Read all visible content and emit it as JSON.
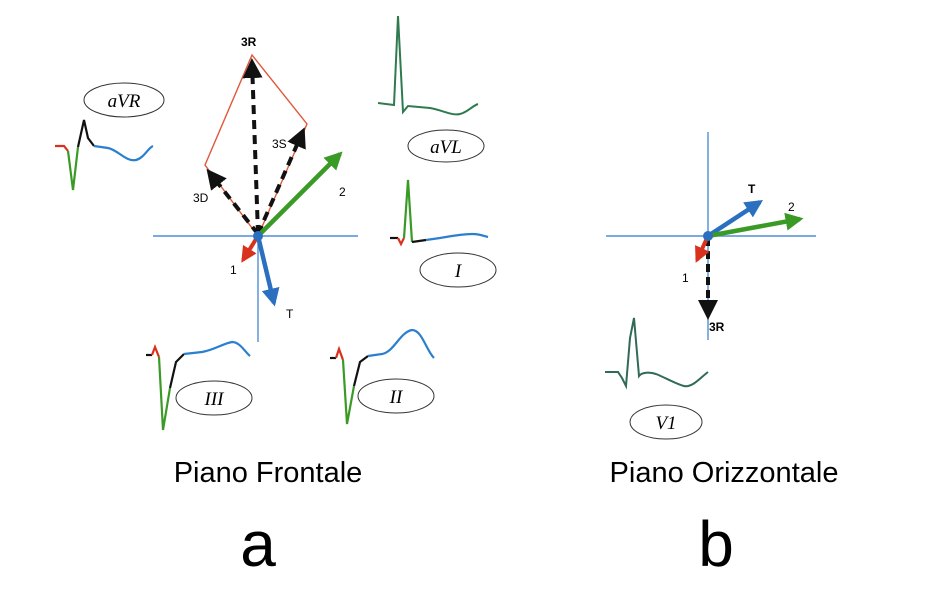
{
  "panel_a": {
    "caption": "Piano Frontale",
    "letter": "a",
    "vector_labels": {
      "r3": "3R",
      "s3": "3S",
      "d3": "3D",
      "v1": "1",
      "v2": "2",
      "t": "T"
    },
    "leads": {
      "avr": "aVR",
      "avl": "aVL",
      "i": "I",
      "iii": "III",
      "ii": "II"
    }
  },
  "panel_b": {
    "caption": "Piano Orizzontale",
    "letter": "b",
    "vector_labels": {
      "t": "T",
      "v2": "2",
      "v1": "1",
      "r3": "3R"
    },
    "leads": {
      "v1": "V1"
    }
  },
  "colors": {
    "axis": "#4f8fd6",
    "vector1": "#d8321e",
    "vector2": "#3a9a26",
    "vectorT": "#2a6fc0",
    "dashed": "#111111",
    "loop": "#e0573a",
    "ecg_green": "#3a9a26",
    "ecg_blue": "#2a7fcf",
    "ecg_dark": "#2f6b55"
  }
}
